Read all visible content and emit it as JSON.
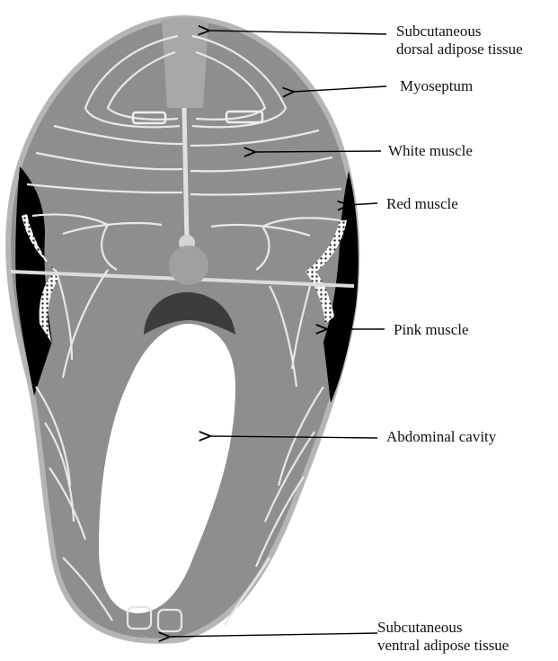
{
  "labels": {
    "subcutaneous_dorsal": {
      "line1": "Subcutaneous",
      "line2": "dorsal adipose tissue"
    },
    "myoseptum": "Myoseptum",
    "white_muscle": "White muscle",
    "red_muscle": "Red muscle",
    "pink_muscle": "Pink muscle",
    "abdominal_cavity": "Abdominal cavity",
    "subcutaneous_ventral": {
      "line1": "Subcutaneous",
      "line2": "ventral adipose tissue"
    }
  },
  "colors": {
    "background": "#ffffff",
    "muscle_tissue": "#8c8c8c",
    "adipose_tissue": "#b9b9b9",
    "myosepta": "#e6e6e6",
    "red_muscle": "#000000",
    "pink_muscle": "#ffffff",
    "abdominal_cavity": "#ffffff",
    "dark_tissue": "#3c3c3c",
    "arrow": "#000000"
  }
}
